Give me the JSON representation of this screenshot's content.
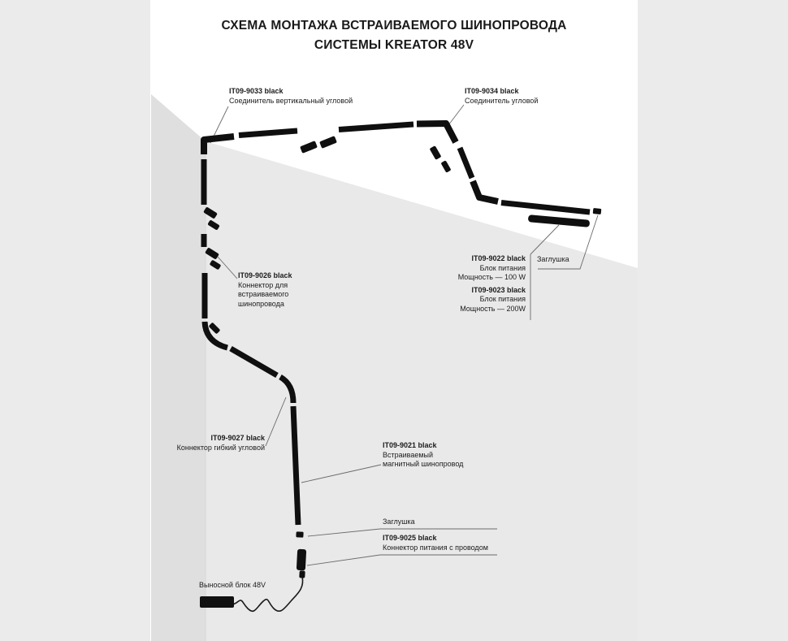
{
  "title": {
    "line1": "СХЕМА МОНТАЖА ВСТРАИВАЕМОГО ШИНОПРОВОДА",
    "line2": "СИСТЕМЫ KREATOR 48V"
  },
  "labels": {
    "it9033": {
      "code": "IT09-9033 black",
      "desc": "Соединитель вертикальный угловой"
    },
    "it9034": {
      "code": "IT09-9034 black",
      "desc": "Соединитель угловой"
    },
    "it9022": {
      "code": "IT09-9022 black",
      "desc1": "Блок питания",
      "desc2": "Мощность — 100 W"
    },
    "it9023": {
      "code": "IT09-9023 black",
      "desc1": "Блок питания",
      "desc2": "Мощность — 200W"
    },
    "plug_top": "Заглушка",
    "it9026": {
      "code": "IT09-9026 black",
      "desc1": "Коннектор для",
      "desc2": "встраиваемого",
      "desc3": "шинопровода"
    },
    "it9027": {
      "code": "IT09-9027 black",
      "desc": "Коннектор гибкий угловой"
    },
    "it9021": {
      "code": "IT09-9021 black",
      "desc1": "Встраиваемый",
      "desc2": "магнитный шинопровод"
    },
    "plug_bottom": "Заглушка",
    "it9025": {
      "code": "IT09-9025 black",
      "desc": "Коннектор питания с проводом"
    },
    "remote_block": "Выносной блок 48V"
  },
  "colors": {
    "page_bg": "#ebebeb",
    "panel_bg": "#ffffff",
    "wall_left": "#dfdfdf",
    "wall_right": "#e9e9e9",
    "track": "#0f0f0f",
    "leader": "#6b6b6b",
    "text": "#1c1c1c"
  }
}
